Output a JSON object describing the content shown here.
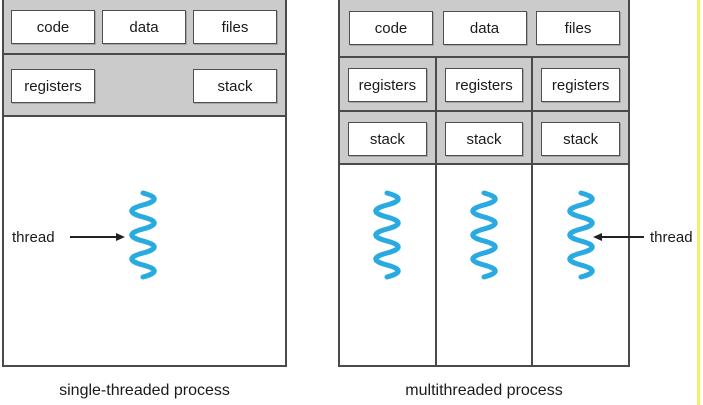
{
  "labels": {
    "code": "code",
    "data": "data",
    "files": "files",
    "registers": "registers",
    "stack": "stack",
    "thread": "thread"
  },
  "captions": {
    "left": "single-threaded process",
    "right": "multithreaded process"
  },
  "colors": {
    "panel_gray": "#cbcbcb",
    "line_dark": "#4a4a4a",
    "thread_blue": "#29abe2",
    "edge_yellow": "#f7ee6d"
  }
}
